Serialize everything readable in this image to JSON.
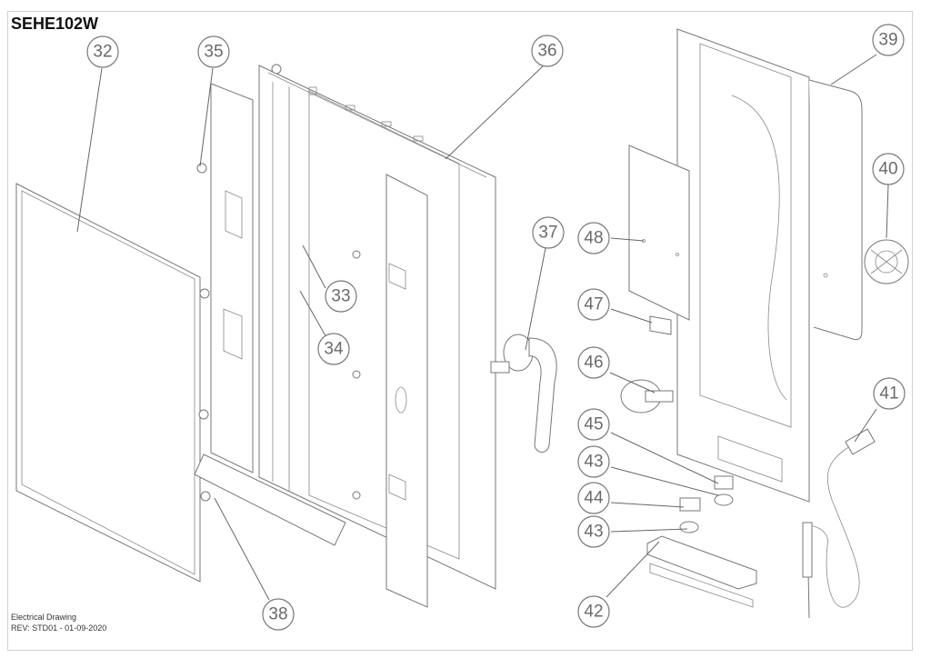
{
  "drawing": {
    "title": "SEHE102W",
    "footer_line1": "Electrical Drawing",
    "footer_line2": "REV: STD01 - 01-09-2020"
  },
  "callouts": [
    {
      "id": "c32",
      "label": "32"
    },
    {
      "id": "c35",
      "label": "35"
    },
    {
      "id": "c36",
      "label": "36"
    },
    {
      "id": "c39",
      "label": "39"
    },
    {
      "id": "c40",
      "label": "40"
    },
    {
      "id": "c37",
      "label": "37"
    },
    {
      "id": "c48",
      "label": "48"
    },
    {
      "id": "c33",
      "label": "33"
    },
    {
      "id": "c34",
      "label": "34"
    },
    {
      "id": "c47",
      "label": "47"
    },
    {
      "id": "c46",
      "label": "46"
    },
    {
      "id": "c41",
      "label": "41"
    },
    {
      "id": "c45",
      "label": "45"
    },
    {
      "id": "c43a",
      "label": "43"
    },
    {
      "id": "c44",
      "label": "44"
    },
    {
      "id": "c43b",
      "label": "43"
    },
    {
      "id": "c42",
      "label": "42"
    },
    {
      "id": "c38",
      "label": "38"
    }
  ]
}
